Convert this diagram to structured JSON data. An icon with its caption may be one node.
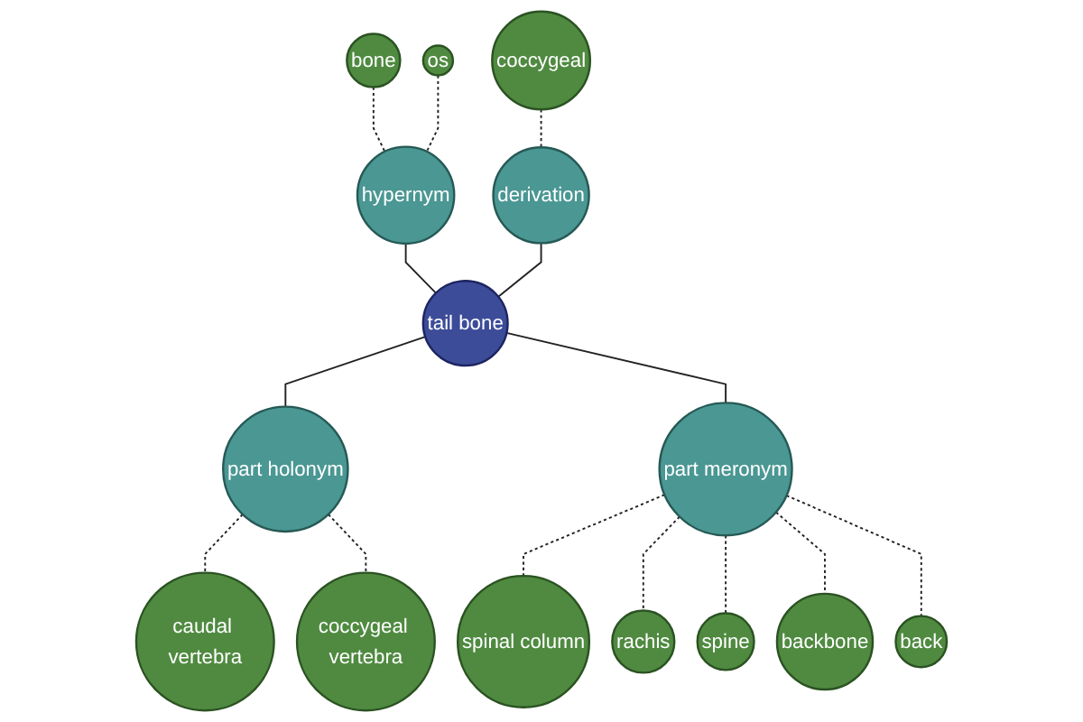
{
  "diagram": {
    "nodes": [
      {
        "text": [
          "tail bone"
        ]
      },
      {
        "text": [
          "hypernym"
        ]
      },
      {
        "text": [
          "bone"
        ]
      },
      {
        "text": [
          "os"
        ]
      },
      {
        "text": [
          "derivation"
        ]
      },
      {
        "text": [
          "coccygeal"
        ]
      },
      {
        "text": [
          "part holonym"
        ]
      },
      {
        "text": [
          "caudal vertebra"
        ]
      },
      {
        "text": [
          "coccygeal vertebra"
        ]
      },
      {
        "text": [
          "part meronym"
        ]
      },
      {
        "text": [
          "spinal column"
        ]
      },
      {
        "text": [
          "rachis"
        ]
      },
      {
        "text": [
          "spine"
        ]
      },
      {
        "text": [
          "backbone"
        ]
      },
      {
        "text": [
          "back"
        ]
      }
    ],
    "edges": [
      {
        "from": 2,
        "to": 1,
        "arrow": "none",
        "style": "dashed"
      },
      {
        "from": 3,
        "to": 1,
        "arrow": "none",
        "style": "dashed"
      },
      {
        "from": 1,
        "to": 0,
        "arrow": "none"
      },
      {
        "from": 5,
        "to": 4,
        "arrow": "none",
        "style": "dashed"
      },
      {
        "from": 4,
        "to": 0,
        "arrow": "none"
      },
      {
        "from": 0,
        "to": 6,
        "arrow": "none"
      },
      {
        "from": 6,
        "to": 7,
        "arrow": "none",
        "style": "dashed"
      },
      {
        "from": 6,
        "to": 8,
        "arrow": "none",
        "style": "dashed"
      },
      {
        "from": 0,
        "to": 9,
        "arrow": "none"
      },
      {
        "from": 9,
        "to": 10,
        "arrow": "none",
        "style": "dashed"
      },
      {
        "from": 9,
        "to": 11,
        "arrow": "none",
        "style": "dashed"
      },
      {
        "from": 9,
        "to": 12,
        "arrow": "none",
        "style": "dashed"
      },
      {
        "from": 9,
        "to": 13,
        "arrow": "none",
        "style": "dashed"
      },
      {
        "from": 9,
        "to": 14,
        "arrow": "none",
        "style": "dashed"
      }
    ]
  }
}
